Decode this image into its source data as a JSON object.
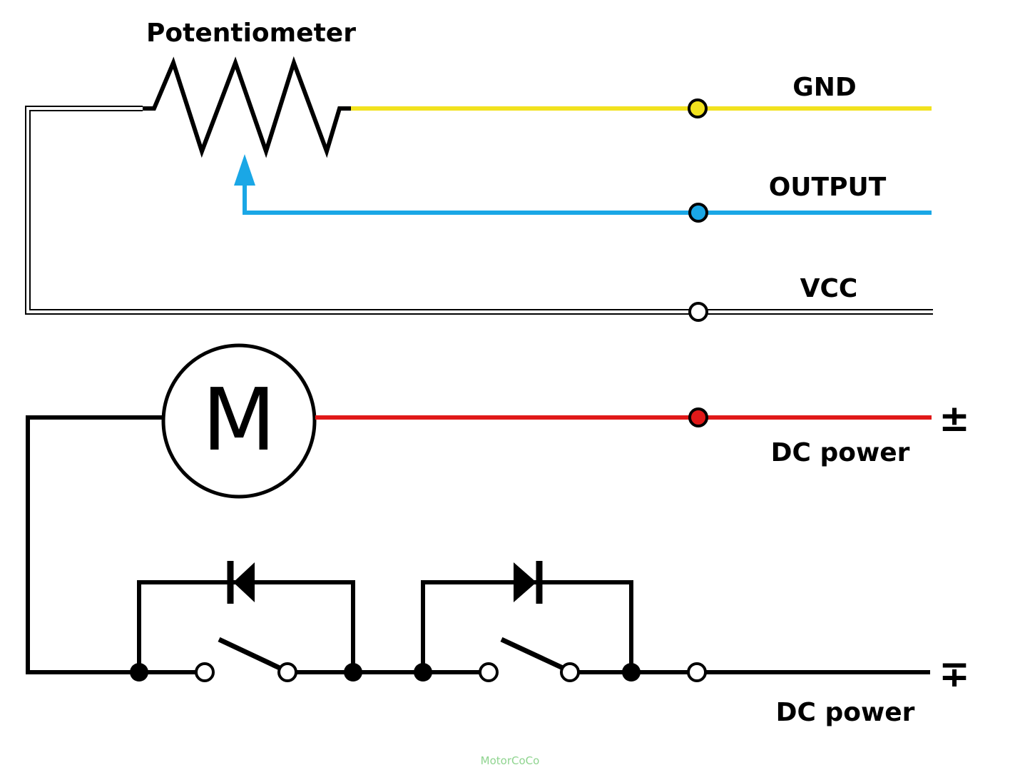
{
  "labels": {
    "potentiometer": "Potentiometer",
    "gnd": "GND",
    "output": "OUTPUT",
    "vcc": "VCC",
    "dc_power_top": "DC power",
    "dc_power_bottom": "DC power",
    "motor": "M",
    "polarity_top": "±",
    "polarity_bottom": "∓",
    "watermark": "MotorCoCo"
  },
  "colors": {
    "gnd_wire": "#f2e21e",
    "output_wire": "#1aa7e6",
    "vcc_wire": "#ffffff",
    "motor_power_wire": "#e01919",
    "black_wire": "#000000"
  }
}
